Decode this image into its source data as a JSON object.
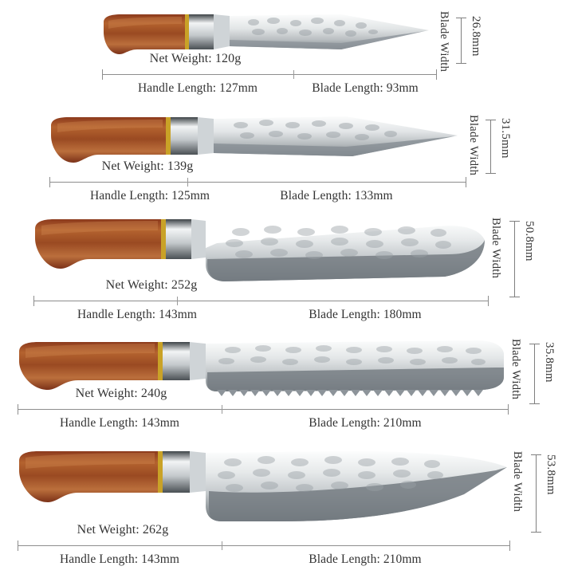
{
  "units": {
    "mm": "mm",
    "g": "g"
  },
  "labels": {
    "net_weight_prefix": "Net Weight: ",
    "handle_prefix": "Handle Length: ",
    "blade_prefix": "Blade Length: ",
    "blade_width_caption": "Blade Width"
  },
  "colors": {
    "handle_wood_dark": "#6b2a15",
    "handle_wood_mid": "#9c4a24",
    "handle_wood_light": "#c1763f",
    "brass_ring": "#c9a227",
    "bolster_steel": "#d8dadb",
    "blade_steel": "#e9ebec",
    "damascus_dark": "#6f7478",
    "dimension_line": "#8d8d8d",
    "text": "#333333",
    "background": "#ffffff"
  },
  "knives": [
    {
      "name": "paring-knife",
      "net_weight": "Net Weight: 120g",
      "handle_length": "Handle Length: 127mm",
      "blade_length": "Blade Length: 93mm",
      "blade_width": "26.8mm",
      "blade_width_caption": "Blade Width",
      "values": {
        "net_weight_g": 120,
        "handle_length_mm": 127,
        "blade_length_mm": 93,
        "blade_width_mm": 26.8
      }
    },
    {
      "name": "utility-knife",
      "net_weight": "Net Weight: 139g",
      "handle_length": "Handle Length: 125mm",
      "blade_length": "Blade Length: 133mm",
      "blade_width": "31.5mm",
      "blade_width_caption": "Blade Width",
      "values": {
        "net_weight_g": 139,
        "handle_length_mm": 125,
        "blade_length_mm": 133,
        "blade_width_mm": 31.5
      }
    },
    {
      "name": "santoku-knife",
      "net_weight": "Net Weight: 252g",
      "handle_length": "Handle Length: 143mm",
      "blade_length": "Blade Length: 180mm",
      "blade_width": "50.8mm",
      "blade_width_caption": "Blade Width",
      "values": {
        "net_weight_g": 252,
        "handle_length_mm": 143,
        "blade_length_mm": 180,
        "blade_width_mm": 50.8
      }
    },
    {
      "name": "slicing-knife",
      "net_weight": "Net Weight: 240g",
      "handle_length": "Handle Length: 143mm",
      "blade_length": "Blade Length: 210mm",
      "blade_width": "35.8mm",
      "blade_width_caption": "Blade Width",
      "values": {
        "net_weight_g": 240,
        "handle_length_mm": 143,
        "blade_length_mm": 210,
        "blade_width_mm": 35.8
      }
    },
    {
      "name": "chef-knife",
      "net_weight": "Net Weight: 262g",
      "handle_length": "Handle Length: 143mm",
      "blade_length": "Blade Length: 210mm",
      "blade_width": "53.8mm",
      "blade_width_caption": "Blade Width",
      "values": {
        "net_weight_g": 262,
        "handle_length_mm": 143,
        "blade_length_mm": 210,
        "blade_width_mm": 53.8
      }
    }
  ]
}
